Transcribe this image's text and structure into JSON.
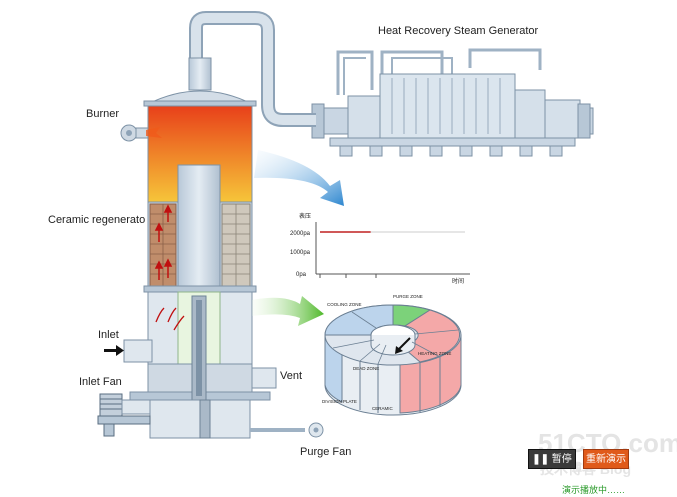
{
  "labels": {
    "burner": "Burner",
    "ceramic_regenerator": "Ceramic regenerato",
    "inlet": "Inlet",
    "inlet_fan": "Inlet Fan",
    "vent": "Vent",
    "purge_fan": "Purge Fan",
    "hrsg": "Heat Recovery Steam Generator"
  },
  "rotor": {
    "cooling_zone": "COOLING ZONE",
    "purge_zone": "PURGE ZONE",
    "heating_zone": "HEATING ZONE",
    "dead_zone": "DEAD ZONE",
    "division_plate": "DIVISION PLATE",
    "ceramic": "CERAMIC"
  },
  "chart_data": {
    "type": "line",
    "ylabel": "表压",
    "xlabel": "时间",
    "y_ticks": [
      "2000pa",
      "1000pa",
      "0pa"
    ],
    "ylim": [
      0,
      2000
    ],
    "series": [
      {
        "segments": [
          {
            "x": [
              0,
              0.35
            ],
            "y": [
              2000,
              2000
            ],
            "color": "#c02020"
          },
          {
            "x": [
              0.35,
              1.0
            ],
            "y": [
              2000,
              2000
            ],
            "color": "#cccccc"
          }
        ]
      }
    ]
  },
  "controls": {
    "pause_label": "暂停",
    "replay_label": "重新演示",
    "status_text": "演示播放中……"
  },
  "watermark": {
    "line1": "51CTO.com",
    "line2": "技术博客 Blog"
  },
  "colors": {
    "hot": "#e8401a",
    "warm": "#f6c53a",
    "vessel": "#c9d6e3",
    "arrow_blue": "#3a8fd0",
    "arrow_green": "#5cc030",
    "zone_pink": "#f4a8a8",
    "zone_green": "#7cd27a",
    "zone_blue": "#bcd4ec"
  }
}
